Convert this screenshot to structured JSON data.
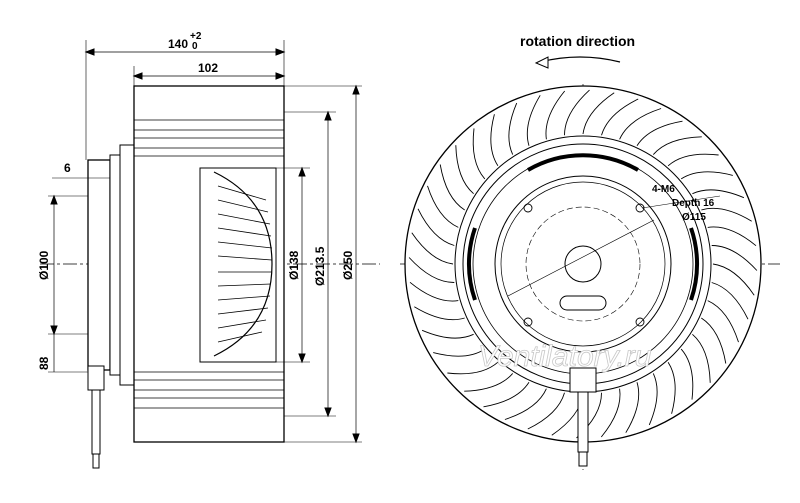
{
  "side_view": {
    "dim_width_total": "140",
    "dim_width_total_tol_upper": "+2",
    "dim_width_total_tol_lower": "0",
    "dim_width_wheel": "102",
    "dim_flange": "6",
    "dim_d100": "Ø100",
    "dim_d138": "Ø138",
    "dim_d213": "Ø213.5",
    "dim_d250": "Ø250",
    "dim_88": "88"
  },
  "front_view": {
    "rotation_label": "rotation direction",
    "hole_note_line1": "4-M6",
    "hole_note_line2": "Depth 16",
    "hole_note_line3": "Ø115"
  },
  "watermark": "Ventilatory.ru",
  "colors": {
    "line": "#000000",
    "body_fill": "#ffffff",
    "watermark_stroke": "#c8c8c8"
  }
}
